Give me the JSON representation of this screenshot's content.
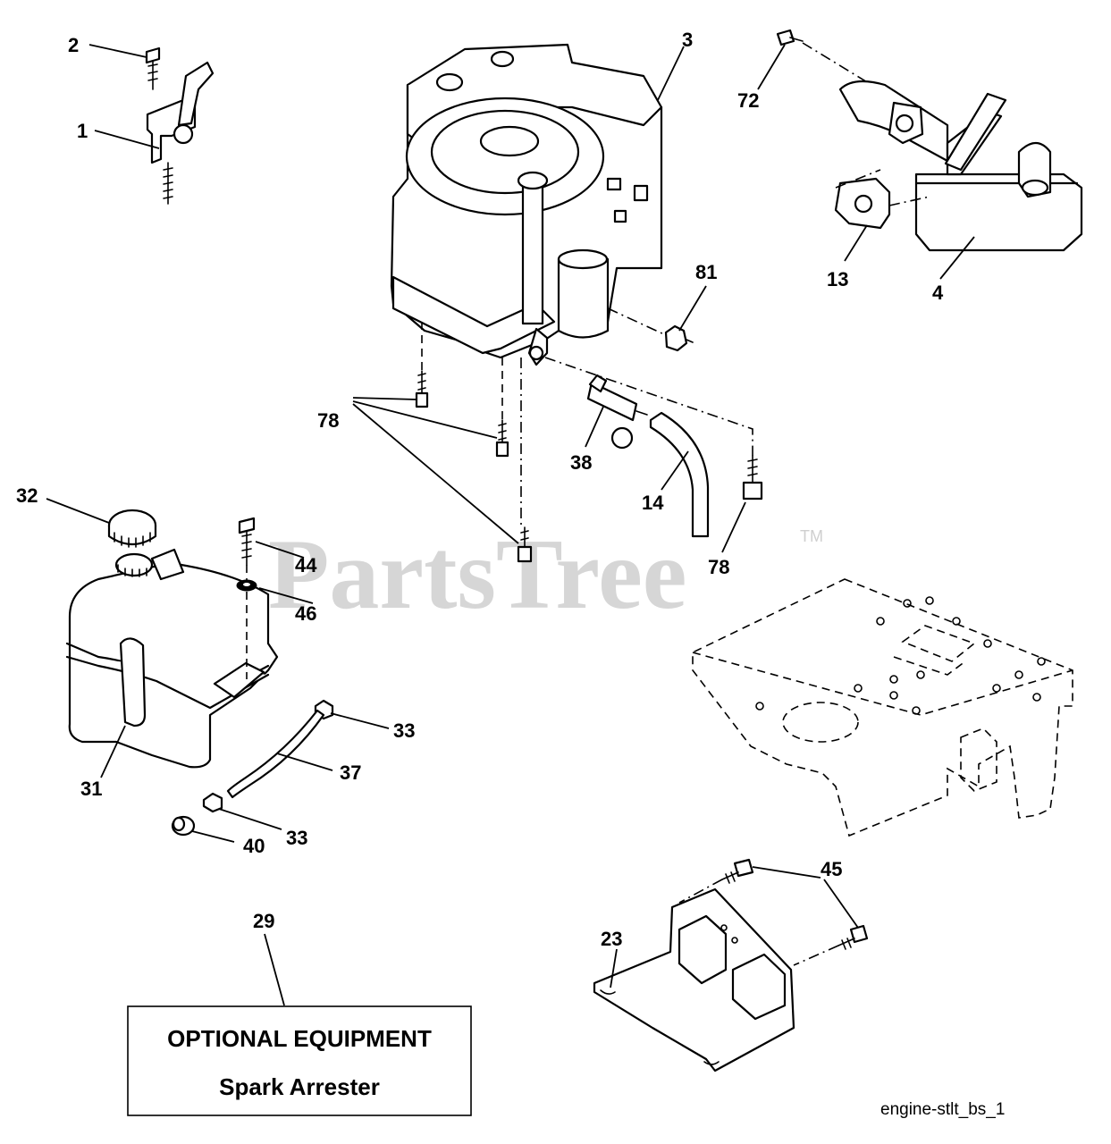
{
  "watermark": {
    "text": "PartsTree",
    "trademark": "TM"
  },
  "diagram_ref": "engine-stlt_bs_1",
  "optional_box": {
    "title": "OPTIONAL EQUIPMENT",
    "item": "Spark Arrester"
  },
  "callouts": {
    "c1": "1",
    "c2": "2",
    "c3": "3",
    "c4": "4",
    "c13": "13",
    "c14": "14",
    "c23": "23",
    "c29": "29",
    "c31": "31",
    "c32": "32",
    "c33a": "33",
    "c33b": "33",
    "c37": "37",
    "c38": "38",
    "c40": "40",
    "c44": "44",
    "c45": "45",
    "c46": "46",
    "c72": "72",
    "c78a": "78",
    "c78b": "78",
    "c81": "81"
  },
  "colors": {
    "line": "#000000",
    "background": "#ffffff",
    "watermark": "#d6d6d6"
  }
}
